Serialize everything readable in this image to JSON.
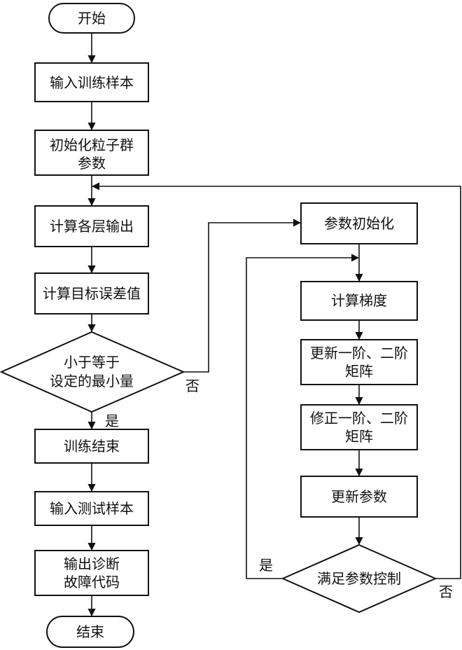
{
  "left_column": {
    "start": "开始",
    "input_train": "输入训练样本",
    "init_swarm_l1": "初始化粒子群",
    "init_swarm_l2": "参数",
    "compute_outputs": "计算各层输出",
    "compute_error": "计算目标误差值",
    "decision_l1": "小于等于",
    "decision_l2": "设定的最小量",
    "yes": "是",
    "no": "否",
    "train_end": "训练结束",
    "input_test": "输入测试样本",
    "output_l1": "输出诊断",
    "output_l2": "故障代码",
    "end": "结束"
  },
  "right_column": {
    "param_init": "参数初始化",
    "compute_grad": "计算梯度",
    "update_moments_l1": "更新一阶、二阶",
    "update_moments_l2": "矩阵",
    "correct_moments_l1": "修正一阶、二阶",
    "correct_moments_l2": "矩阵",
    "update_params": "更新参数",
    "check_params": "满足参数控制",
    "yes": "是",
    "no": "否"
  }
}
